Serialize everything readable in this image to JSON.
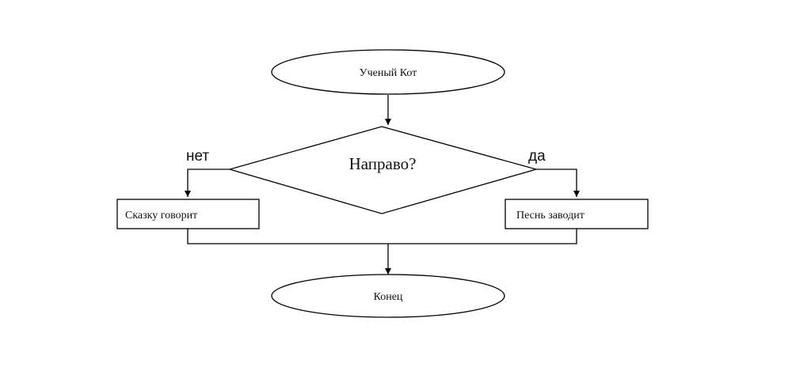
{
  "diagram": {
    "start": "Ученый Кот",
    "decision": "Направо?",
    "branch_no": "нет",
    "branch_yes": "да",
    "left_action": "Сказку говорит",
    "right_action": "Песнь заводит",
    "end": "Конец"
  }
}
